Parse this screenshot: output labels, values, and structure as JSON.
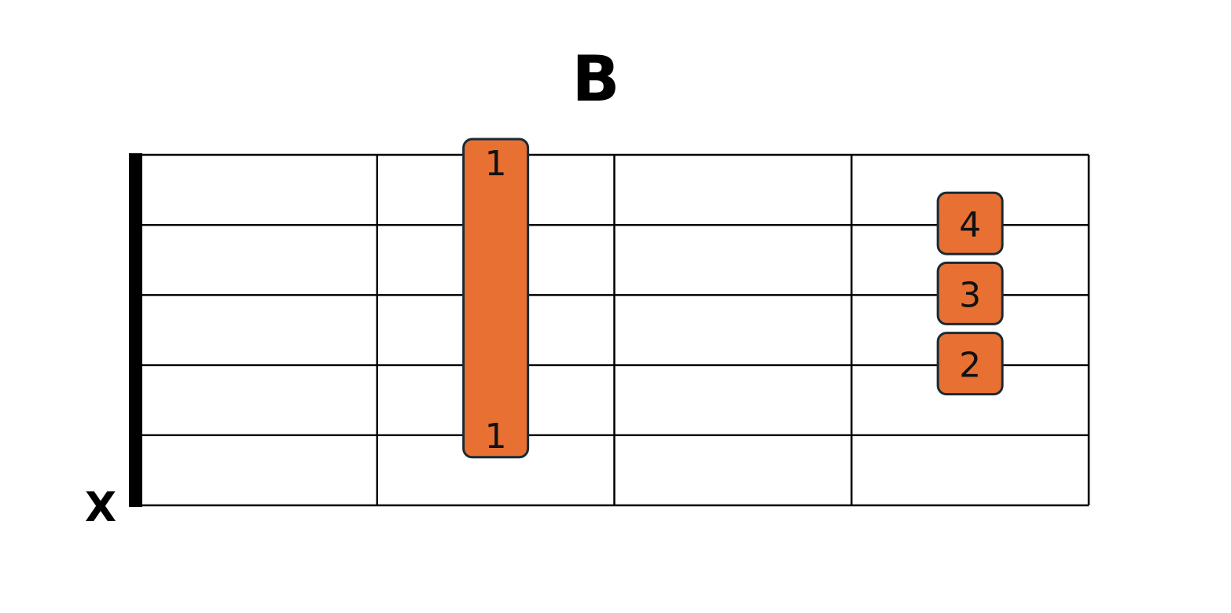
{
  "chord": {
    "name": "B",
    "frets_shown": 4,
    "strings": 6,
    "string_markers": [
      {
        "string": 6,
        "label": "X"
      }
    ],
    "barre": {
      "fret": 2,
      "from_string": 5,
      "to_string": 1,
      "finger_top": "1",
      "finger_bottom": "1"
    },
    "notes": [
      {
        "string": 4,
        "fret": 4,
        "finger": "2"
      },
      {
        "string": 3,
        "fret": 4,
        "finger": "3"
      },
      {
        "string": 2,
        "fret": 4,
        "finger": "4"
      }
    ]
  },
  "colors": {
    "dot_fill": "#E87033",
    "dot_stroke": "#172B36",
    "grid": "#000000",
    "nut": "#000000"
  }
}
